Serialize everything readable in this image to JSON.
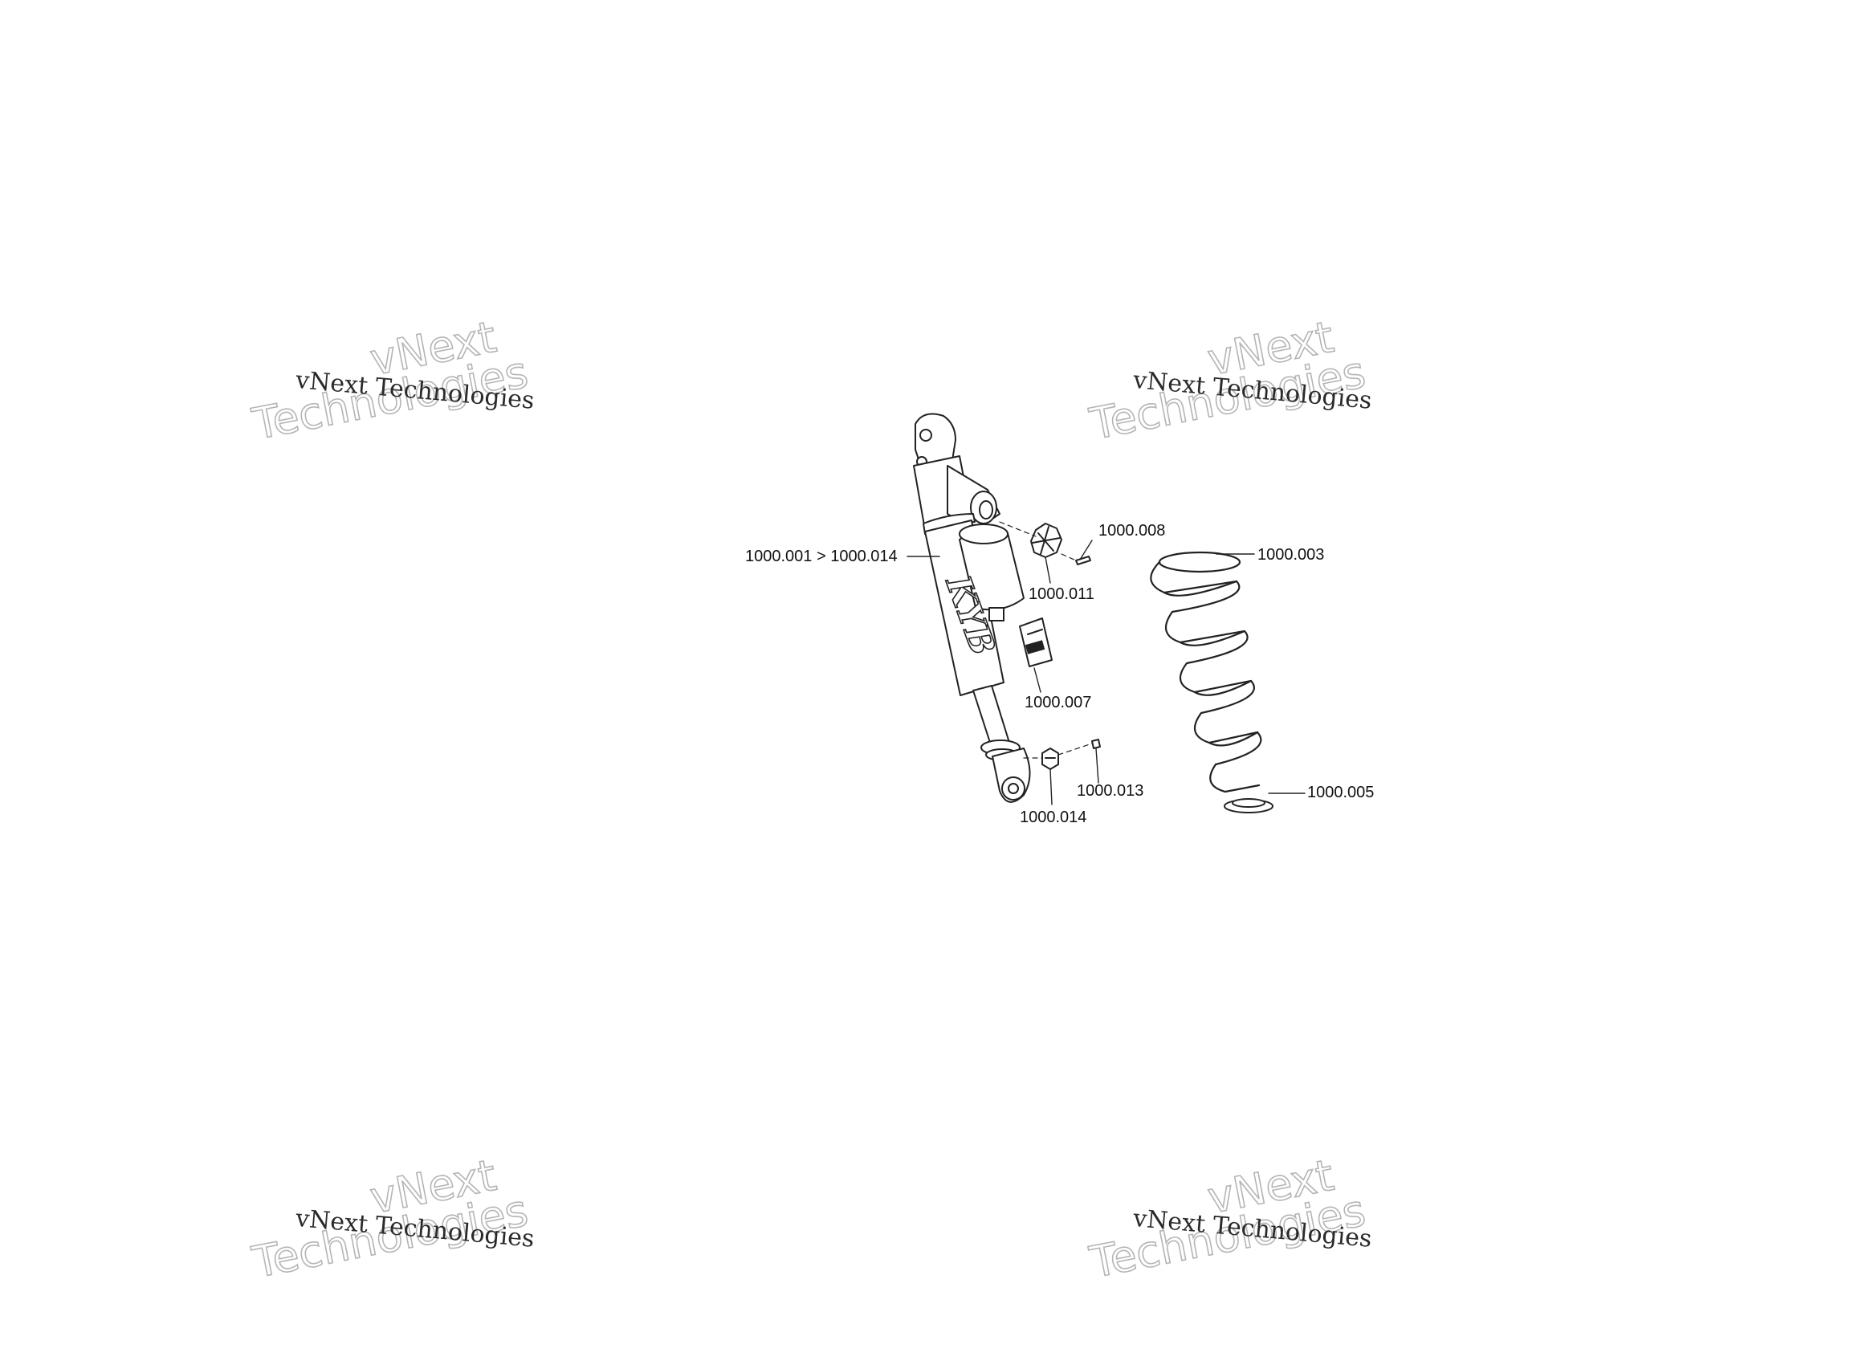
{
  "watermark": {
    "brand": "vNext Technologies",
    "outline_line1": "vNext",
    "outline_line2": "Technologies"
  },
  "shock_logo": "KYB",
  "callouts": {
    "assembly": "1000.001 > 1000.014",
    "p008": "1000.008",
    "p003": "1000.003",
    "p011": "1000.011",
    "p007": "1000.007",
    "p013": "1000.013",
    "p014": "1000.014",
    "p005": "1000.005"
  },
  "colors": {
    "line": "#222222",
    "watermark_outline": "#b5b5b5",
    "background": "#ffffff"
  }
}
